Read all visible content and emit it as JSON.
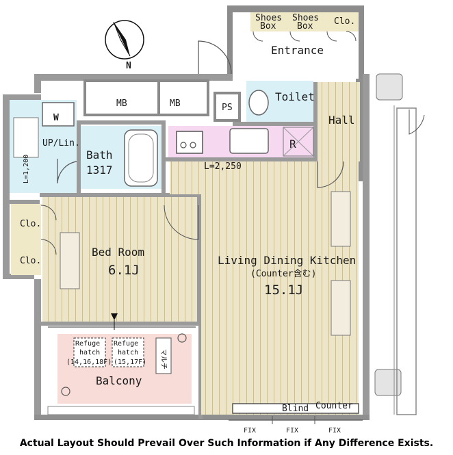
{
  "compass": {
    "north_label": "N"
  },
  "rooms": {
    "entrance": "Entrance",
    "shoes_box_1": [
      "Shoes",
      "Box"
    ],
    "shoes_box_2": [
      "Shoes",
      "Box"
    ],
    "entrance_closet": "Clo.",
    "mb_1": "MB",
    "mb_2": "MB",
    "ps": "PS",
    "toilet": "Toilet",
    "hall": "Hall",
    "washer": "W",
    "up_lin": "UP/Lin.",
    "l_1200": "L=1,200",
    "bath": "Bath",
    "bath_size": "1317",
    "refrigerator": "R",
    "kitchen_length": "L=2,250",
    "bedroom_closet_1": "Clo.",
    "bedroom_closet_2": "Clo.",
    "bedroom": "Bed Room",
    "bedroom_size": "6.1J",
    "ldk": "Living Dining Kitchen",
    "ldk_note": "(Counter含む)",
    "ldk_size": "15.1J",
    "refuge_1": [
      "Refuge",
      "hatch",
      "(14,16,18F)"
    ],
    "refuge_2": [
      "Refuge",
      "hatch",
      "(15,17F)"
    ],
    "multi": "マルチ",
    "balcony": "Balcony",
    "blind": "Blind",
    "counter": "Counter",
    "fix": [
      "FIX",
      "FIX",
      "FIX"
    ]
  },
  "caption": "Actual Layout Should Prevail Over Such Information if Any Difference Exists.",
  "colors": {
    "wall": "#8a8a8a",
    "wall_dark": "#555555",
    "floor_wood": "#e9e2c4",
    "floor_stripe": "#cfc49a",
    "wet_area": "#d9f0f6",
    "balcony": "#f7dcd8",
    "kitchen": "#f6d8f0",
    "closet": "#efe9c8"
  }
}
